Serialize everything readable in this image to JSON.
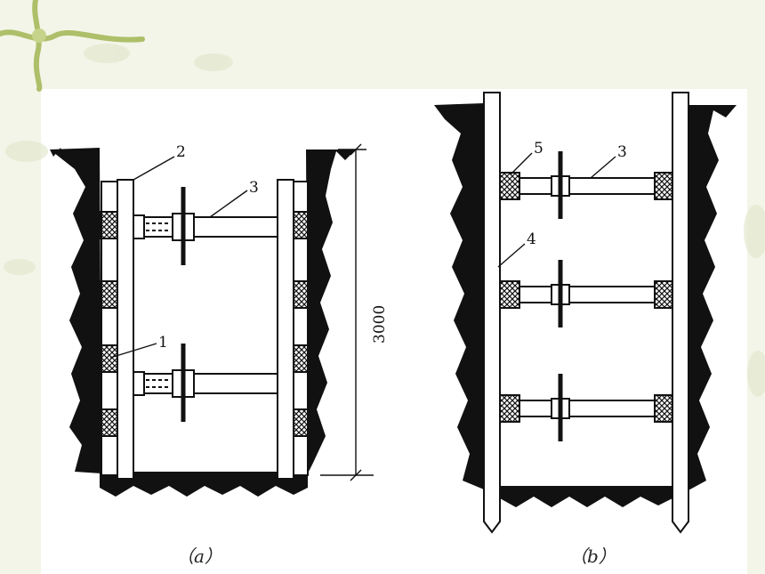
{
  "diagram_a": {
    "caption": "（a）",
    "labels": {
      "l1": "1",
      "l2": "2",
      "l3": "3"
    },
    "dimension": "3000"
  },
  "diagram_b": {
    "caption": "（b）",
    "labels": {
      "l3": "3",
      "l4": "4",
      "l5": "5"
    }
  },
  "colors": {
    "ink": "#111111",
    "background_tint": "#f1f3e4",
    "leaf_green": "#aebf6a"
  }
}
